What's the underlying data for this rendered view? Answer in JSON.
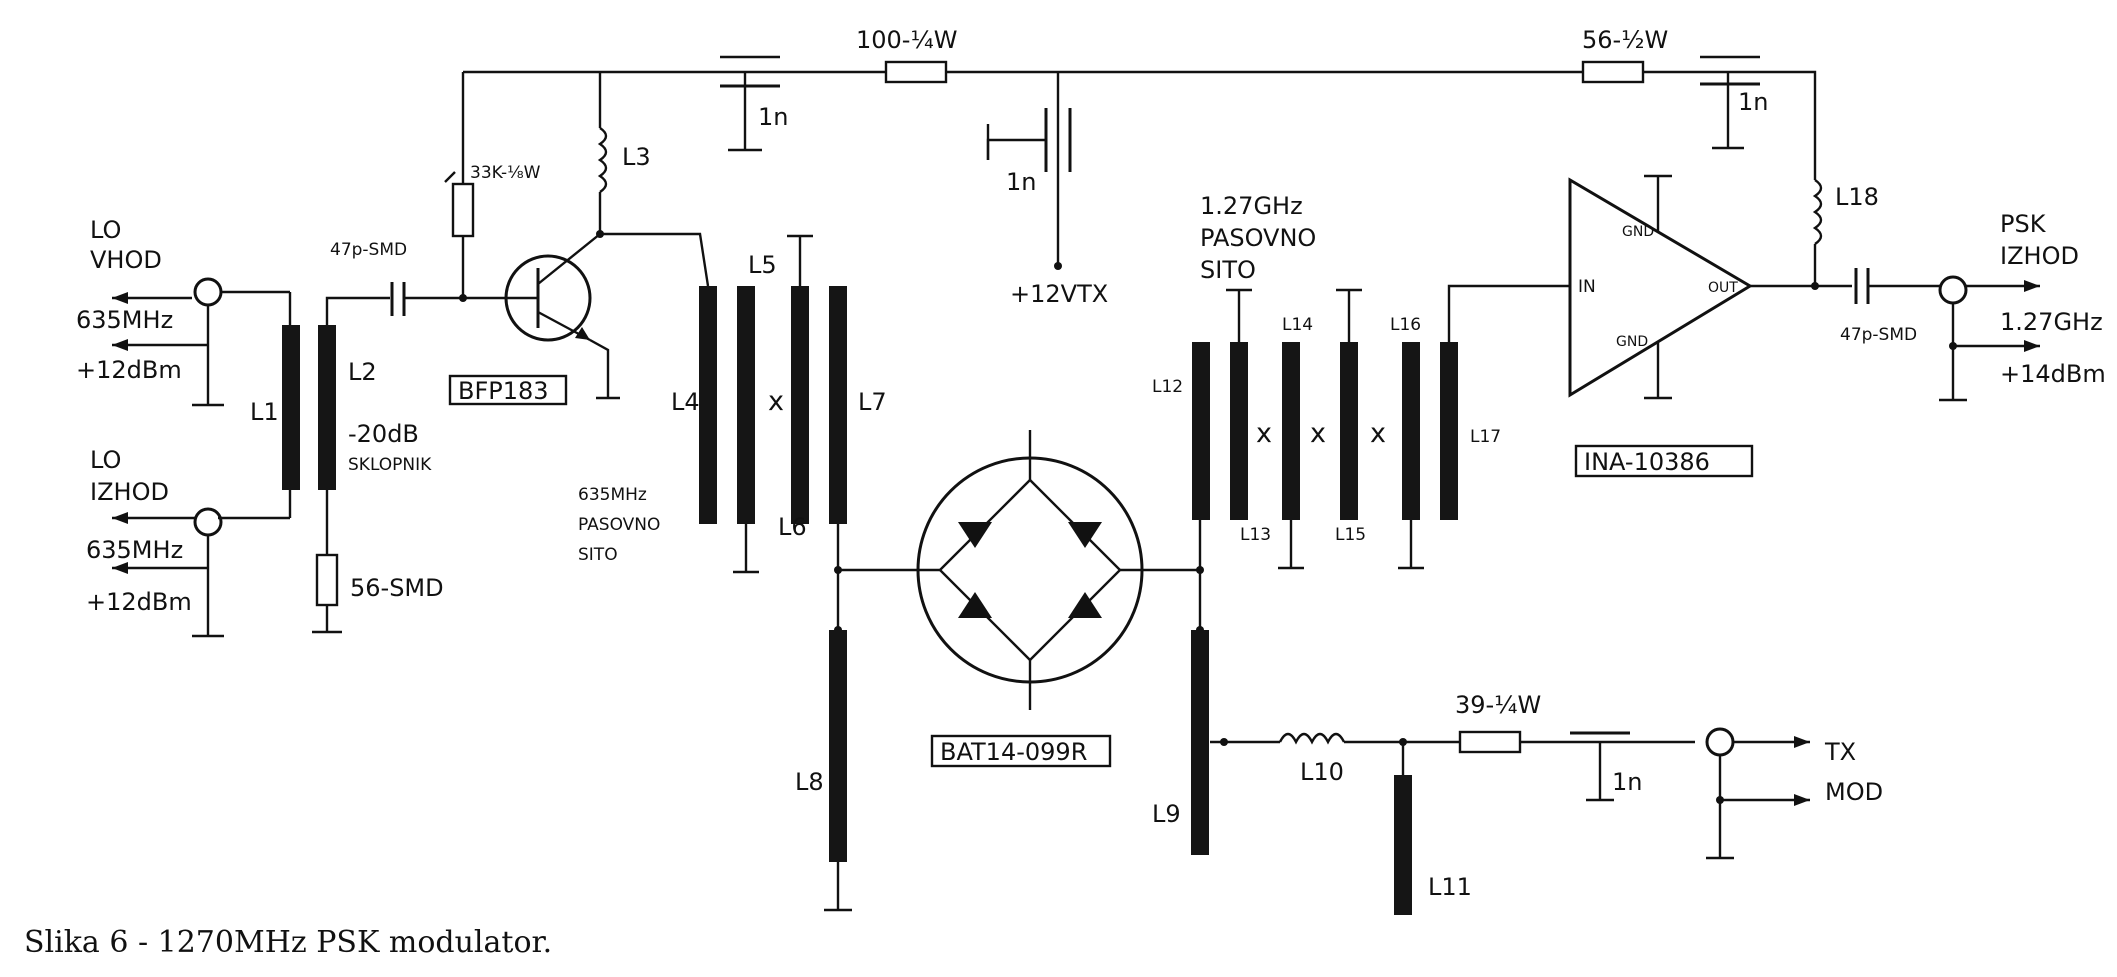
{
  "labels": {
    "r_100": "100-¼W",
    "r_56_top": "56-½W",
    "cap_1n": "1n",
    "r_33k": "33K-⅛W",
    "l3": "L3",
    "lo_in": "LO",
    "lo_in2": "VHOD",
    "freq_635_in": "635MHz",
    "p12_in": "+12dBm",
    "lo_out": "LO",
    "lo_out2": "IZHOD",
    "freq_635_out": "635MHz",
    "p12_out": "+12dBm",
    "cap_47p_1": "47p-SMD",
    "l1": "L1",
    "l2": "L2",
    "coupler_db": "-20dB",
    "coupler_name": "SKLOPNIK",
    "r_56_smd": "56-SMD",
    "bfp": "BFP183",
    "l4": "L4",
    "l5": "L5",
    "l6": "L6",
    "l7": "L7",
    "l8": "L8",
    "x": "x",
    "bpf635_1": "635MHz",
    "bpf635_2": "PASOVNO",
    "bpf635_3": "SITO",
    "vtx": "+12VTX",
    "bat": "BAT14-099R",
    "l9": "L9",
    "l10": "L10",
    "l11": "L11",
    "r_39": "39-¼W",
    "tx1": "TX",
    "tx2": "MOD",
    "bpf127_1": "1.27GHz",
    "bpf127_2": "PASOVNO",
    "bpf127_3": "SITO",
    "l12": "L12",
    "l13": "L13",
    "l14": "L14",
    "l15": "L15",
    "l16": "L16",
    "l17": "L17",
    "l18": "L18",
    "gnd": "GND",
    "in": "IN",
    "out": "OUT",
    "ina": "INA-10386",
    "cap_47p_2": "47p-SMD",
    "psk1": "PSK",
    "psk2": "IZHOD",
    "freq_127": "1.27GHz",
    "p14": "+14dBm",
    "caption": "Slika 6 - 1270MHz PSK modulator."
  }
}
